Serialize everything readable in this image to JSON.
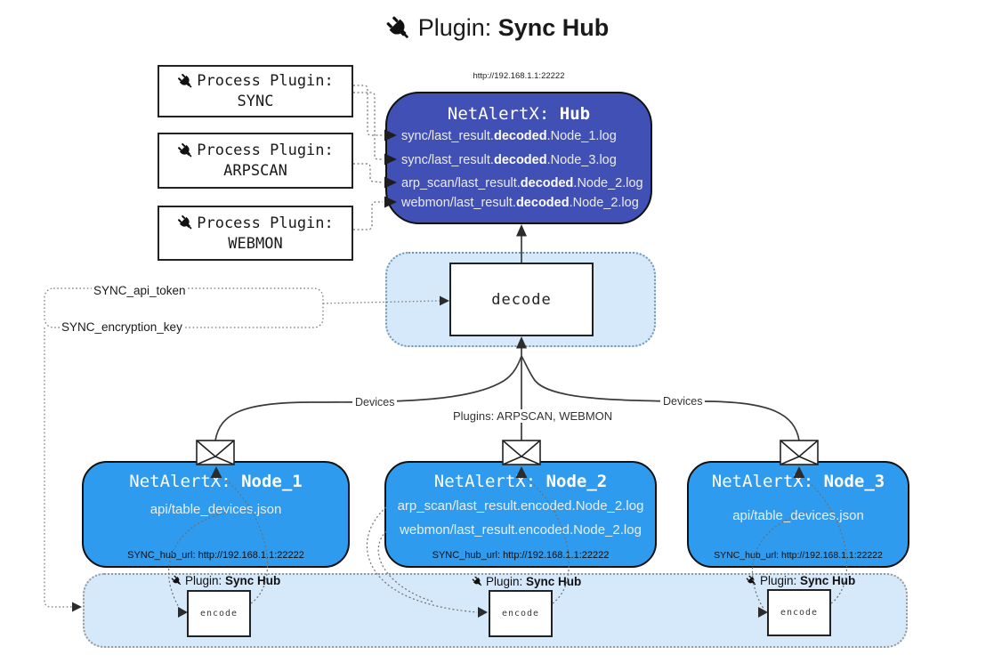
{
  "title": {
    "prefix": "Plugin: ",
    "bold": "Sync Hub"
  },
  "hub": {
    "url_above": "http://192.168.1.1:22222",
    "title_prefix": "NetAlertX: ",
    "title_bold": "Hub",
    "rows": [
      {
        "pre": "sync/last_result.",
        "bold": "decoded",
        "post": ".Node_1.log"
      },
      {
        "pre": "sync/last_result.",
        "bold": "decoded",
        "post": ".Node_3.log"
      },
      {
        "pre": "arp_scan/last_result.",
        "bold": "decoded",
        "post": ".Node_2.log"
      },
      {
        "pre": "webmon/last_result.",
        "bold": "decoded",
        "post": ".Node_2.log"
      }
    ]
  },
  "process_plugins": [
    {
      "label": "Process Plugin:",
      "name": "SYNC"
    },
    {
      "label": "Process Plugin:",
      "name": "ARPSCAN"
    },
    {
      "label": "Process Plugin:",
      "name": "WEBMON"
    }
  ],
  "secrets": {
    "api_token": "SYNC_api_token",
    "encryption_key": "SYNC_encryption_key"
  },
  "decode_label": "decode",
  "edges": {
    "devices": "Devices",
    "plugins": "Plugins: ARPSCAN, WEBMON"
  },
  "nodes": [
    {
      "title_prefix": "NetAlertX: ",
      "title_bold": "Node_1",
      "rows": [
        "api/table_devices.json"
      ],
      "hub_url": "SYNC_hub_url: http://192.168.1.1:22222"
    },
    {
      "title_prefix": "NetAlertX: ",
      "title_bold": "Node_2",
      "rows": [
        "arp_scan/last_result.encoded.Node_2.log",
        "webmon/last_result.encoded.Node_2.log"
      ],
      "hub_url": "SYNC_hub_url: http://192.168.1.1:22222"
    },
    {
      "title_prefix": "NetAlertX: ",
      "title_bold": "Node_3",
      "rows": [
        "api/table_devices.json"
      ],
      "hub_url": "SYNC_hub_url: http://192.168.1.1:22222"
    }
  ],
  "band": {
    "plugin_prefix": "Plugin: ",
    "plugin_bold": "Sync Hub",
    "encode_label": "encode"
  },
  "icons": {
    "plug": "plug-icon",
    "envelope": "envelope-icon"
  },
  "colors": {
    "hub_fill": "#4150b5",
    "node_fill": "#2f9bef",
    "panel_fill": "#d6e9fa",
    "border_dark": "#1a1a1a",
    "edge": "#3a3a3a",
    "dotted": "#777777"
  }
}
